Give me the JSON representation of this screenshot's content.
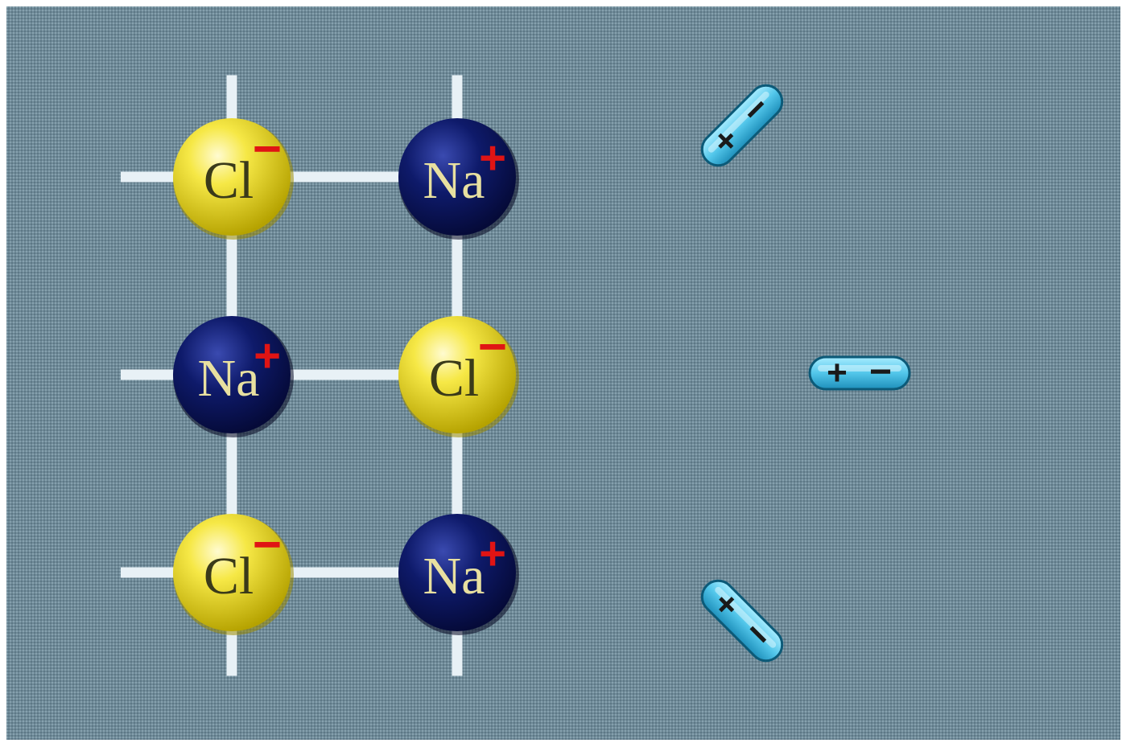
{
  "diagram": {
    "colors": {
      "background": "#6f8a98",
      "bond": "#e8f1f6",
      "chloride": "#f4e43a",
      "sodium": "#0e1a6a",
      "chloride_text": "#3a3a1a",
      "sodium_text": "#e8e0a0",
      "charge": "#e01414",
      "water": "#55c8ec",
      "water_sign": "#1a1a1a"
    },
    "ions": [
      {
        "element": "Cl",
        "charge": "−",
        "kind": "chloride"
      },
      {
        "element": "Na",
        "charge": "+",
        "kind": "sodium"
      },
      {
        "element": "Na",
        "charge": "+",
        "kind": "sodium"
      },
      {
        "element": "Cl",
        "charge": "−",
        "kind": "chloride"
      },
      {
        "element": "Cl",
        "charge": "−",
        "kind": "chloride"
      },
      {
        "element": "Na",
        "charge": "+",
        "kind": "sodium"
      }
    ],
    "water_molecules": [
      {
        "positive": "+",
        "negative": "−"
      },
      {
        "positive": "+",
        "negative": "−"
      },
      {
        "positive": "+",
        "negative": "−"
      }
    ]
  }
}
